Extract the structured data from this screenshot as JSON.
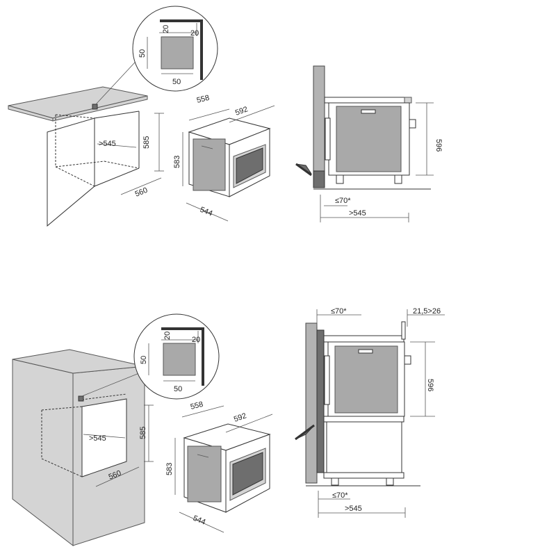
{
  "labels": {
    "detail_top_20_left": "20",
    "detail_top_20_right": "20",
    "detail_top_50_side": "50",
    "detail_top_50_bottom": "50",
    "niche_top_545": ">545",
    "niche_top_585": "585",
    "niche_top_560": "560",
    "oven_top_558": "558",
    "oven_top_592": "592",
    "oven_top_583": "583",
    "oven_top_544": "544",
    "side_top_596": "596",
    "side_top_70": "≤70*",
    "side_top_545": ">545",
    "detail_bot_20_left": "20",
    "detail_bot_20_right": "20",
    "detail_bot_50_side": "50",
    "detail_bot_50_bottom": "50",
    "niche_bot_545": ">545",
    "niche_bot_585": "585",
    "niche_bot_560": "560",
    "oven_bot_558": "558",
    "oven_bot_592": "592",
    "oven_bot_583": "583",
    "oven_bot_544": "544",
    "side_bot_70_top": "≤70*",
    "side_bot_215": "21,5>26",
    "side_bot_596": "596",
    "side_bot_70_bottom": "≤70*",
    "side_bot_545": ">545"
  }
}
